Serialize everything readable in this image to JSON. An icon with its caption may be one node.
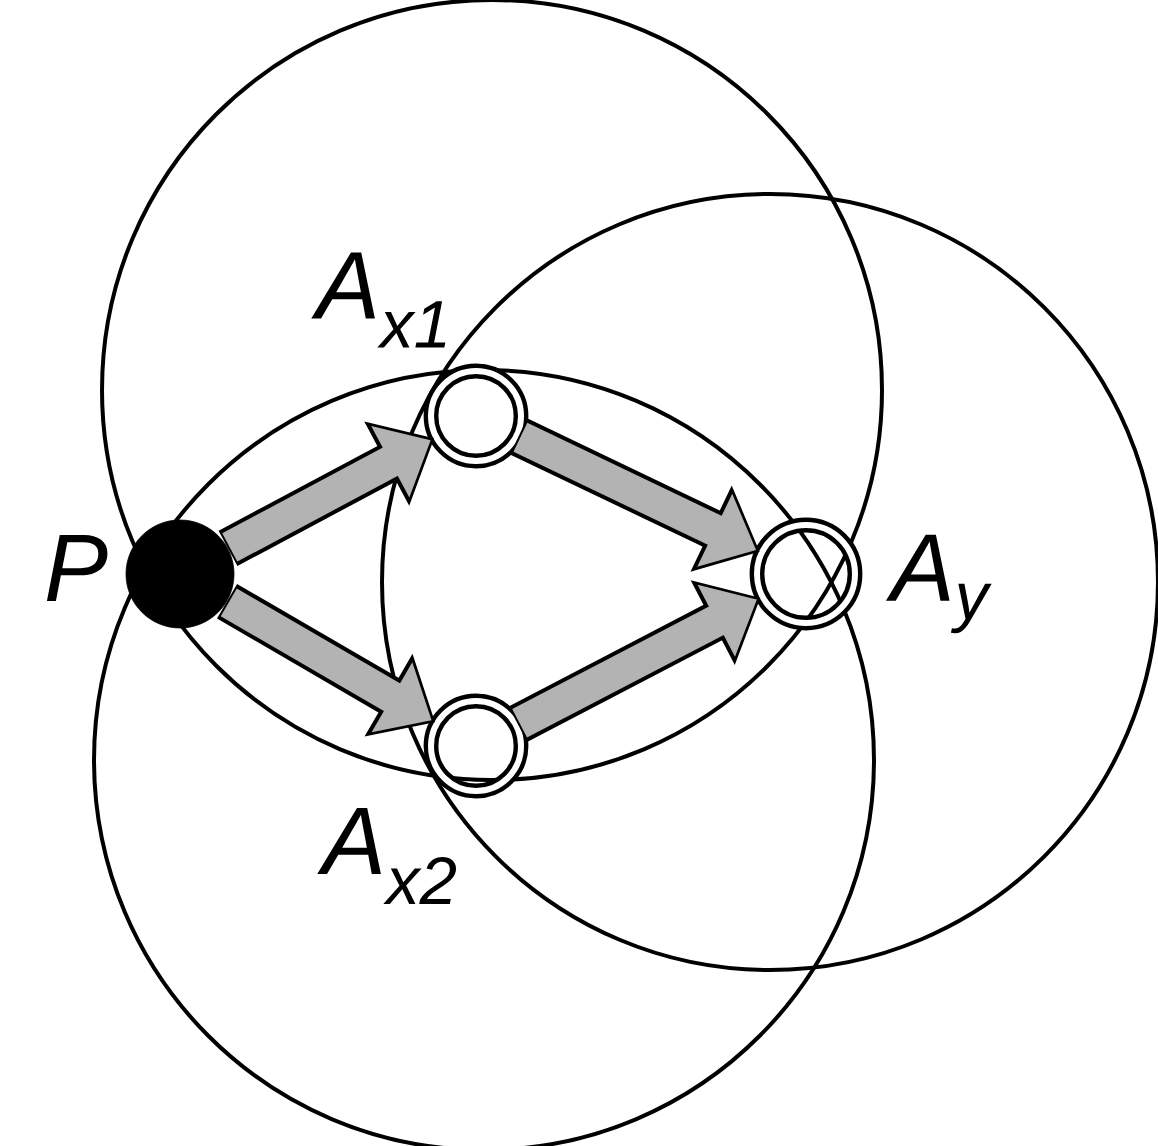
{
  "diagram": {
    "nodes": [
      {
        "text": [],
        "shape": "circle",
        "beside": [
          "P"
        ]
      },
      {
        "text": [],
        "shape": "circle",
        "beside": [
          "A$_{x1}$"
        ]
      },
      {
        "text": [],
        "shape": "circle",
        "beside": [
          "A$_{x2}$"
        ]
      },
      {
        "text": [],
        "shape": "circle",
        "beside": [
          "A$_{y}$"
        ]
      }
    ],
    "edges": [
      {
        "from": 0,
        "to": 1,
        "arrow": "to"
      },
      {
        "from": 0,
        "to": 2,
        "arrow": "to"
      },
      {
        "from": 1,
        "to": 3,
        "arrow": "to"
      },
      {
        "from": 2,
        "to": 3,
        "arrow": "to"
      }
    ]
  }
}
